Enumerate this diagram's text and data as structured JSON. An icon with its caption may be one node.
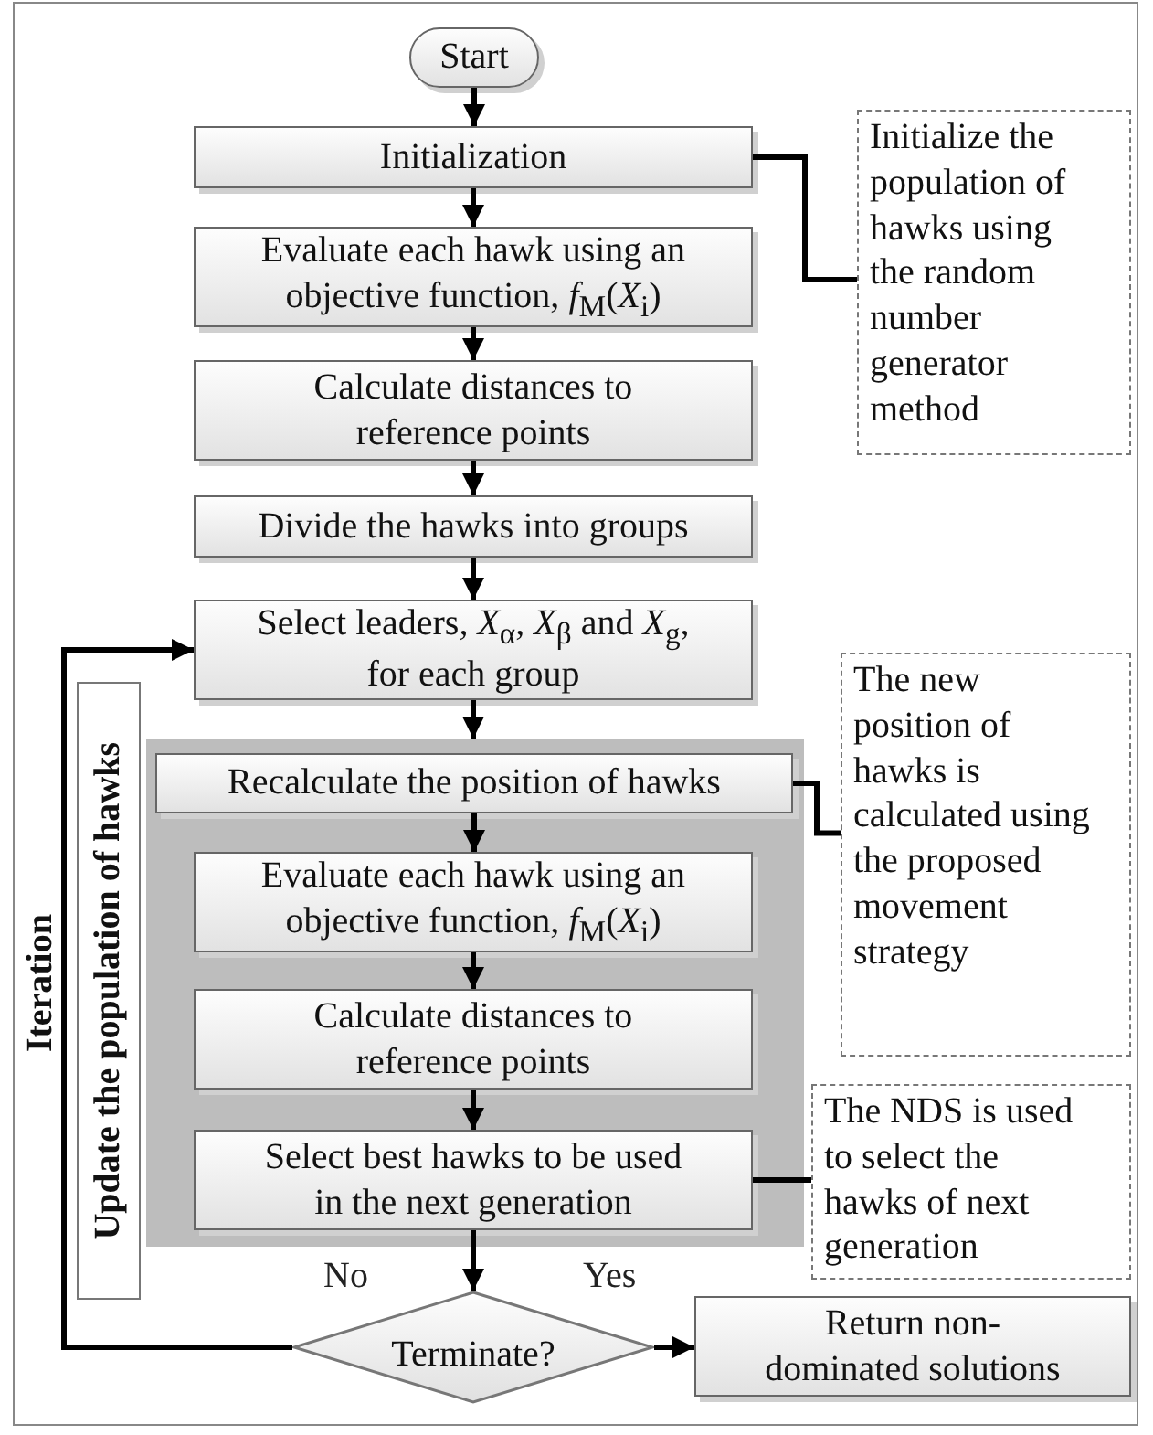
{
  "diagram": {
    "nodes": [
      {
        "text": [
          "Start"
        ]
      },
      {
        "text": [
          "Initialization"
        ]
      },
      {
        "text": [
          "Evaluate each hawk using an objective function, *f*$_{M}$(*X*$_{i}$)"
        ]
      },
      {
        "text": [
          "Calculate distances to reference points"
        ]
      },
      {
        "text": [
          "Divide the hawks into groups"
        ]
      },
      {
        "text": [
          "Select leaders, *X*$_{α}$, *X*$_{β}$ and *X*$_{g}$, for each group"
        ]
      },
      {
        "text": [],
        "shape": "box"
      },
      {
        "text": [
          "Recalculate the position of hawks"
        ],
        "in": 6
      },
      {
        "text": [
          "Evaluate each hawk using an objective function, *f*$_{M}$(*X*$_{i}$)"
        ],
        "in": 6
      },
      {
        "text": [
          "Calculate distances to reference points"
        ],
        "in": 6
      },
      {
        "text": [
          "Select best hawks to be used in the next generation"
        ],
        "in": 6
      },
      {
        "text": [
          "Terminate?"
        ]
      },
      {
        "text": [
          "Return non-dominated solutions"
        ]
      },
      {
        "text": [
          "Initialize the population of hawks using the random number generator method"
        ]
      },
      {
        "text": [
          "The new position of hawks is calculated using the proposed movement strategy"
        ]
      },
      {
        "text": [
          "The NDS is used to select the hawks of next generation"
        ]
      },
      {
        "text": [
          "Update the population of hawks"
        ]
      }
    ],
    "edges": [
      {
        "from": 0,
        "to": 1,
        "arrow": "to"
      },
      {
        "from": 1,
        "to": 2,
        "arrow": "to"
      },
      {
        "from": 2,
        "to": 3,
        "arrow": "to"
      },
      {
        "from": 3,
        "to": 4,
        "arrow": "to"
      },
      {
        "from": 4,
        "to": 5,
        "arrow": "to"
      },
      {
        "from": 5,
        "to": 6,
        "arrow": "to"
      },
      {
        "from": 7,
        "to": 8,
        "arrow": "to"
      },
      {
        "from": 8,
        "to": 9,
        "arrow": "to"
      },
      {
        "from": 9,
        "to": 10,
        "arrow": "to"
      },
      {
        "from": 10,
        "to": 11,
        "arrow": "to"
      },
      {
        "from": 11,
        "to": 12,
        "arrow": "to",
        "label": "Yes"
      },
      {
        "from": 11,
        "to": 5,
        "arrow": "to",
        "label": "No"
      },
      {
        "from": 1,
        "to": 13,
        "arrow": "none"
      },
      {
        "from": 7,
        "to": 14,
        "arrow": "none"
      },
      {
        "from": 10,
        "to": 15,
        "arrow": "none"
      }
    ],
    "labels": [
      "Iteration"
    ]
  }
}
